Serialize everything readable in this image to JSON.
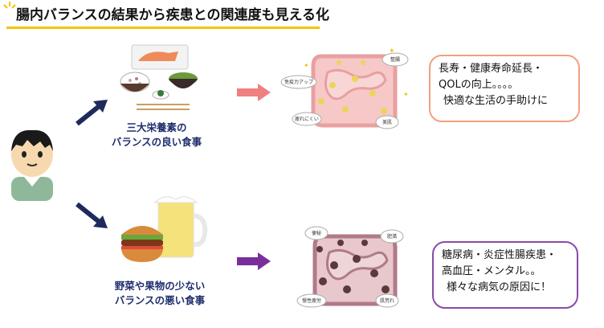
{
  "title": "腸内バランスの結果から疾患との関連度も見える化",
  "good_diet": {
    "caption_line1": "三大栄養素の",
    "caption_line2": "バランスの良い食事",
    "intestine_labels": [
      "整腸",
      "免疫力アップ",
      "疲れにくい",
      "美肌"
    ],
    "outcome_lines": [
      "長寿・健康寿命延長・",
      "QOLの向上。。。。",
      "快適な生活の手助けに"
    ]
  },
  "bad_diet": {
    "caption_line1": "野菜や果物の少ない",
    "caption_line2": "バランスの悪い食事",
    "intestine_labels": [
      "便秘",
      "肥満",
      "慢性疲労",
      "肌荒れ"
    ],
    "outcome_lines": [
      "糖尿病・炎症性腸疾患・",
      "高血圧・メンタル。。",
      "様々な病気の原因に！"
    ]
  },
  "colors": {
    "title_underline": "#f4c400",
    "caption_text": "#1f2e6e",
    "good_arrow": "#f08080",
    "good_box_border": "#f2a080",
    "bad_arrow": "#7a2e9a",
    "bad_box_border": "#8a4aa8",
    "branch_arrow": "#1f2a5c"
  }
}
